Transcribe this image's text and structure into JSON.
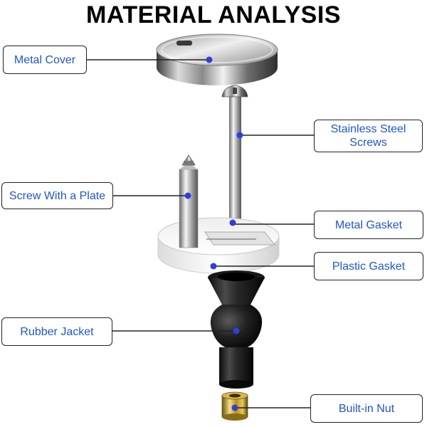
{
  "title": "MATERIAL ANALYSIS",
  "colors": {
    "label_text": "#1f56c4",
    "dot": "#2f3fd8",
    "connector": "#222222",
    "box_border": "#222222"
  },
  "components": [
    {
      "id": "metal-cover",
      "label": "Metal Cover"
    },
    {
      "id": "stainless-steel-screws",
      "label_lines": [
        "Stainless Steel",
        "Screws"
      ]
    },
    {
      "id": "screw-with-plate",
      "label": "Screw With a Plate"
    },
    {
      "id": "metal-gasket",
      "label": "Metal Gasket"
    },
    {
      "id": "plastic-gasket",
      "label": "Plastic Gasket"
    },
    {
      "id": "rubber-jacket",
      "label": "Rubber Jacket"
    },
    {
      "id": "built-in-nut",
      "label": "Built-in Nut"
    }
  ]
}
